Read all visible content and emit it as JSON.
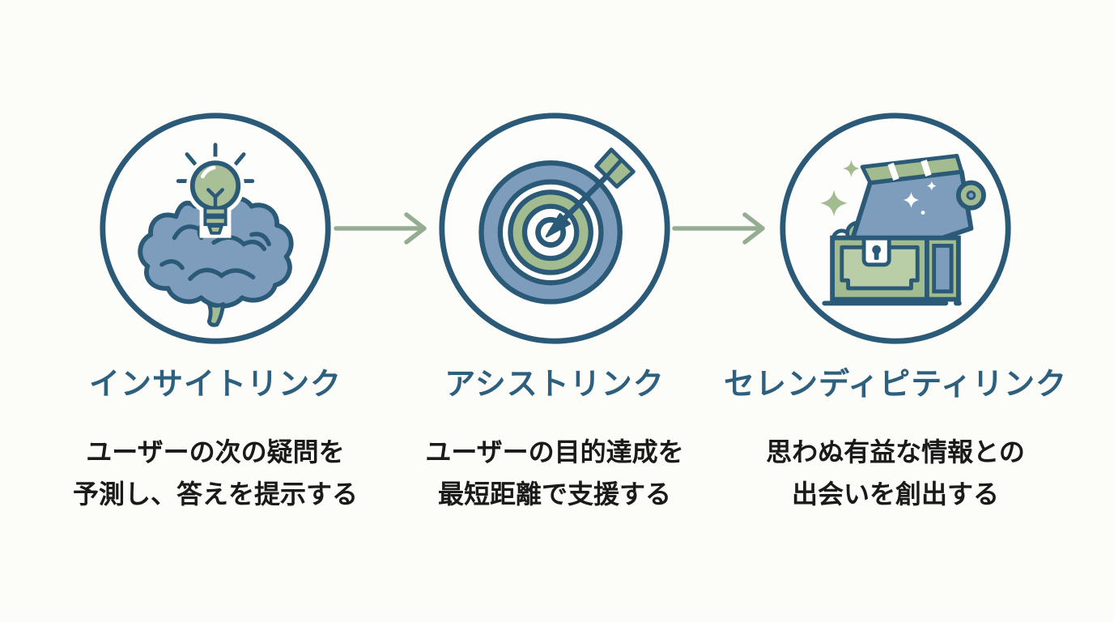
{
  "diagram": {
    "background_color": "#fcfcf9",
    "colors": {
      "outline": "#2b5a78",
      "blue_fill": "#7e9dbd",
      "green_fill": "#a3bc8f",
      "light_green_fill": "#b9cda6",
      "arrow_green": "#94ad92",
      "title_text": "#2d5f7e",
      "body_text": "#1a1a1a"
    },
    "flow_arrow_icon": "arrow-right-icon",
    "features": [
      {
        "id": "insight-link",
        "icon": "brain-lightbulb-icon",
        "title": "インサイトリンク",
        "description_lines": [
          "ユーザーの次の疑問を",
          "予測し、答えを提示する"
        ]
      },
      {
        "id": "assist-link",
        "icon": "target-arrow-icon",
        "title": "アシストリンク",
        "description_lines": [
          "ユーザーの目的達成を",
          "最短距離で支援する"
        ]
      },
      {
        "id": "serendipity-link",
        "icon": "treasure-chest-icon",
        "title": "セレンディピティリンク",
        "description_lines": [
          "思わぬ有益な情報との",
          "出会いを創出する"
        ]
      }
    ]
  }
}
